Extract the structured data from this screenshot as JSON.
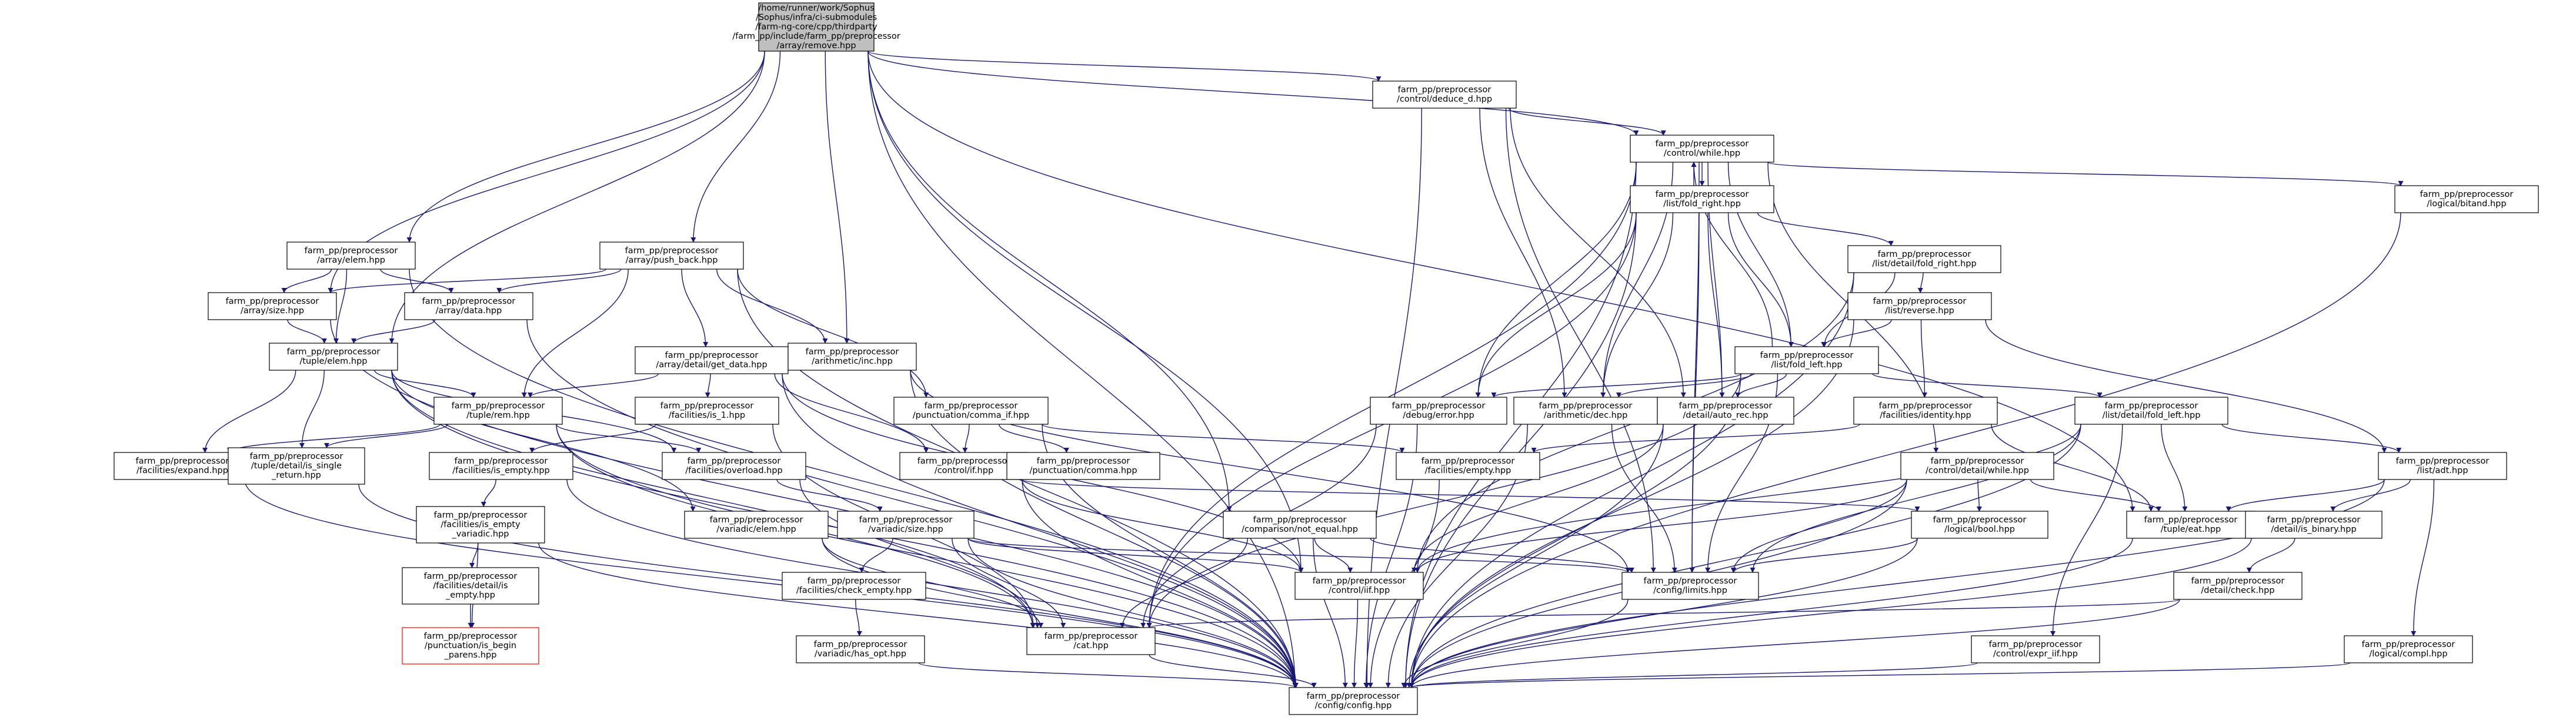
{
  "graph": {
    "edge_color": "#191970",
    "node_border_color": "#000000",
    "node_fill": "#ffffff",
    "root_fill": "#bfbfbf",
    "highlight_border_color": "#ff0000",
    "nodes": [
      {
        "id": "root",
        "lines": [
          "/home/runner/work/Sophus",
          "/Sophus/infra/ci-submodules",
          "/farm-ng-core/cpp/thirdparty",
          "/farm_pp/include/farm_pp/preprocessor",
          "/array/remove.hpp"
        ],
        "kind": "root"
      },
      {
        "id": "control_deduce_d",
        "lines": [
          "farm_pp/preprocessor",
          "/control/deduce_d.hpp"
        ]
      },
      {
        "id": "control_while",
        "lines": [
          "farm_pp/preprocessor",
          "/control/while.hpp"
        ]
      },
      {
        "id": "list_fold_right",
        "lines": [
          "farm_pp/preprocessor",
          "/list/fold_right.hpp"
        ]
      },
      {
        "id": "logical_bitand",
        "lines": [
          "farm_pp/preprocessor",
          "/logical/bitand.hpp"
        ]
      },
      {
        "id": "list_detail_fold_right",
        "lines": [
          "farm_pp/preprocessor",
          "/list/detail/fold_right.hpp"
        ]
      },
      {
        "id": "list_reverse",
        "lines": [
          "farm_pp/preprocessor",
          "/list/reverse.hpp"
        ]
      },
      {
        "id": "list_fold_left",
        "lines": [
          "farm_pp/preprocessor",
          "/list/fold_left.hpp"
        ]
      },
      {
        "id": "array_elem",
        "lines": [
          "farm_pp/preprocessor",
          "/array/elem.hpp"
        ]
      },
      {
        "id": "array_push_back",
        "lines": [
          "farm_pp/preprocessor",
          "/array/push_back.hpp"
        ]
      },
      {
        "id": "array_size",
        "lines": [
          "farm_pp/preprocessor",
          "/array/size.hpp"
        ]
      },
      {
        "id": "array_data",
        "lines": [
          "farm_pp/preprocessor",
          "/array/data.hpp"
        ]
      },
      {
        "id": "tuple_elem",
        "lines": [
          "farm_pp/preprocessor",
          "/tuple/elem.hpp"
        ]
      },
      {
        "id": "array_detail_get_data",
        "lines": [
          "farm_pp/preprocessor",
          "/array/detail/get_data.hpp"
        ]
      },
      {
        "id": "arithmetic_inc",
        "lines": [
          "farm_pp/preprocessor",
          "/arithmetic/inc.hpp"
        ]
      },
      {
        "id": "tuple_rem",
        "lines": [
          "farm_pp/preprocessor",
          "/tuple/rem.hpp"
        ]
      },
      {
        "id": "facilities_is_1",
        "lines": [
          "farm_pp/preprocessor",
          "/facilities/is_1.hpp"
        ]
      },
      {
        "id": "punctuation_comma_if",
        "lines": [
          "farm_pp/preprocessor",
          "/punctuation/comma_if.hpp"
        ]
      },
      {
        "id": "debug_error",
        "lines": [
          "farm_pp/preprocessor",
          "/debug/error.hpp"
        ]
      },
      {
        "id": "arithmetic_dec",
        "lines": [
          "farm_pp/preprocessor",
          "/arithmetic/dec.hpp"
        ]
      },
      {
        "id": "detail_auto_rec",
        "lines": [
          "farm_pp/preprocessor",
          "/detail/auto_rec.hpp"
        ]
      },
      {
        "id": "facilities_identity",
        "lines": [
          "farm_pp/preprocessor",
          "/facilities/identity.hpp"
        ]
      },
      {
        "id": "list_detail_fold_left",
        "lines": [
          "farm_pp/preprocessor",
          "/list/detail/fold_left.hpp"
        ]
      },
      {
        "id": "facilities_expand",
        "lines": [
          "farm_pp/preprocessor",
          "/facilities/expand.hpp"
        ]
      },
      {
        "id": "tuple_detail_is_single_return",
        "lines": [
          "farm_pp/preprocessor",
          "/tuple/detail/is_single",
          "_return.hpp"
        ]
      },
      {
        "id": "facilities_is_empty",
        "lines": [
          "farm_pp/preprocessor",
          "/facilities/is_empty.hpp"
        ]
      },
      {
        "id": "facilities_overload",
        "lines": [
          "farm_pp/preprocessor",
          "/facilities/overload.hpp"
        ]
      },
      {
        "id": "control_if",
        "lines": [
          "farm_pp/preprocessor",
          "/control/if.hpp"
        ]
      },
      {
        "id": "punctuation_comma",
        "lines": [
          "farm_pp/preprocessor",
          "/punctuation/comma.hpp"
        ]
      },
      {
        "id": "facilities_empty",
        "lines": [
          "farm_pp/preprocessor",
          "/facilities/empty.hpp"
        ]
      },
      {
        "id": "control_detail_while",
        "lines": [
          "farm_pp/preprocessor",
          "/control/detail/while.hpp"
        ]
      },
      {
        "id": "list_adt",
        "lines": [
          "farm_pp/preprocessor",
          "/list/adt.hpp"
        ]
      },
      {
        "id": "facilities_is_empty_variadic",
        "lines": [
          "farm_pp/preprocessor",
          "/facilities/is_empty",
          "_variadic.hpp"
        ]
      },
      {
        "id": "variadic_elem",
        "lines": [
          "farm_pp/preprocessor",
          "/variadic/elem.hpp"
        ]
      },
      {
        "id": "variadic_size",
        "lines": [
          "farm_pp/preprocessor",
          "/variadic/size.hpp"
        ]
      },
      {
        "id": "comparison_not_equal",
        "lines": [
          "farm_pp/preprocessor",
          "/comparison/not_equal.hpp"
        ]
      },
      {
        "id": "logical_bool",
        "lines": [
          "farm_pp/preprocessor",
          "/logical/bool.hpp"
        ]
      },
      {
        "id": "tuple_eat",
        "lines": [
          "farm_pp/preprocessor",
          "/tuple/eat.hpp"
        ]
      },
      {
        "id": "detail_is_binary",
        "lines": [
          "farm_pp/preprocessor",
          "/detail/is_binary.hpp"
        ]
      },
      {
        "id": "facilities_detail_is_empty",
        "lines": [
          "farm_pp/preprocessor",
          "/facilities/detail/is",
          "_empty.hpp"
        ]
      },
      {
        "id": "facilities_check_empty",
        "lines": [
          "farm_pp/preprocessor",
          "/facilities/check_empty.hpp"
        ]
      },
      {
        "id": "control_iif",
        "lines": [
          "farm_pp/preprocessor",
          "/control/iif.hpp"
        ]
      },
      {
        "id": "config_limits",
        "lines": [
          "farm_pp/preprocessor",
          "/config/limits.hpp"
        ]
      },
      {
        "id": "detail_check",
        "lines": [
          "farm_pp/preprocessor",
          "/detail/check.hpp"
        ]
      },
      {
        "id": "punctuation_is_begin_parens",
        "lines": [
          "farm_pp/preprocessor",
          "/punctuation/is_begin",
          "_parens.hpp"
        ],
        "kind": "highlight"
      },
      {
        "id": "cat",
        "lines": [
          "farm_pp/preprocessor",
          "/cat.hpp"
        ]
      },
      {
        "id": "variadic_has_opt",
        "lines": [
          "farm_pp/preprocessor",
          "/variadic/has_opt.hpp"
        ]
      },
      {
        "id": "control_expr_iif",
        "lines": [
          "farm_pp/preprocessor",
          "/control/expr_iif.hpp"
        ]
      },
      {
        "id": "logical_compl",
        "lines": [
          "farm_pp/preprocessor",
          "/logical/compl.hpp"
        ]
      },
      {
        "id": "config_config",
        "lines": [
          "farm_pp/preprocessor",
          "/config/config.hpp"
        ]
      }
    ]
  }
}
